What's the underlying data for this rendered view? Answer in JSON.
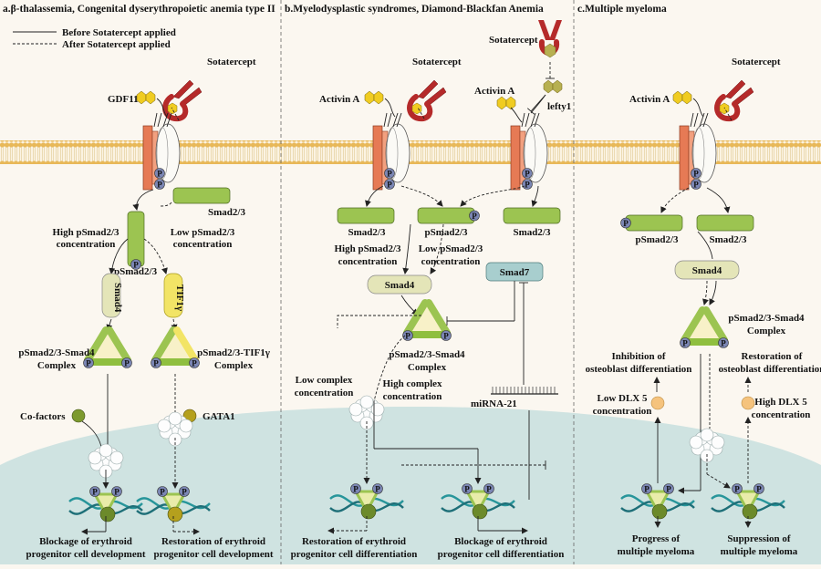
{
  "legend": {
    "before": "Before Sotatercept applied",
    "after": "After Sotatercept applied"
  },
  "panels": [
    {
      "title": "a.β-thalassemia,  Congenital dyserythropoietic anemia type II",
      "labels": {
        "sotatercept": "Sotatercept",
        "ligand": "GDF11",
        "smad": "Smad2/3",
        "p": "P",
        "high_conc_1": "High pSmad2/3",
        "high_conc_2": "concentration",
        "low_conc_1": "Low pSmad2/3",
        "low_conc_2": "concentration",
        "psmad": "pSmad2/3",
        "smad4": "Smad4",
        "tif": "TIF1γ",
        "complex1_1": "pSmad2/3-Smad4",
        "complex1_2": "Complex",
        "complex2_1": "pSmad2/3-TIF1γ",
        "complex2_2": "Complex",
        "cofactors": "Co-factors",
        "gata1": "GATA1",
        "outcome1_1": "Blockage of erythroid",
        "outcome1_2": "progenitor cell development",
        "outcome2_1": "Restoration of erythroid",
        "outcome2_2": "progenitor cell development"
      }
    },
    {
      "title": "b.Myelodysplastic syndromes, Diamond-Blackfan Anemia",
      "labels": {
        "sotatercept_top": "Sotatercept",
        "sotatercept": "Sotatercept",
        "ligand": "Activin A",
        "ligand2": "Activin A",
        "lefty": "lefty1",
        "smad_left": "Smad2/3",
        "psmad": "pSmad2/3",
        "smad_right": "Smad2/3",
        "high_conc_1": "High pSmad2/3",
        "high_conc_2": "concentration",
        "low_conc_1": "Low pSmad2/3",
        "low_conc_2": "concentration",
        "smad7": "Smad7",
        "smad4": "Smad4",
        "complex_1": "pSmad2/3-Smad4",
        "complex_2": "Complex",
        "low_complex_1": "Low complex",
        "low_complex_2": "concentration",
        "high_complex_1": "High complex",
        "high_complex_2": "concentration",
        "mirna": "miRNA-21",
        "outcome1_1": "Restoration of erythroid",
        "outcome1_2": "progenitor cell differentiation",
        "outcome2_1": "Blockage of erythroid",
        "outcome2_2": "progenitor cell differentiation"
      }
    },
    {
      "title": "c.Multiple myeloma",
      "labels": {
        "sotatercept": "Sotatercept",
        "ligand": "Activin A",
        "psmad": "pSmad2/3",
        "smad": "Smad2/3",
        "smad4": "Smad4",
        "complex_1": "pSmad2/3-Smad4",
        "complex_2": "Complex",
        "inhibit_1": "Inhibition of",
        "inhibit_2": "osteoblast differentiation",
        "restore_1": "Restoration of",
        "restore_2": "osteoblast differentiation",
        "low_dlx_1": "Low DLX 5",
        "low_dlx_2": "concentration",
        "high_dlx_1": "High DLX 5",
        "high_dlx_2": "concentration",
        "outcome1_1": "Progress of",
        "outcome1_2": "multiple myeloma",
        "outcome2_1": "Suppression of",
        "outcome2_2": "multiple myeloma"
      }
    }
  ],
  "colors": {
    "background": "#fbf7f0",
    "nucleus": "#cfe3e1",
    "membrane": "#e8b858",
    "receptor": "#e67a55",
    "smad": "#9cc451",
    "smad4": "#e4e5b8",
    "tif": "#f2e466",
    "smad7": "#a8cece",
    "phospho": "#7b86b4",
    "dna": "#27959a",
    "sotatercept": "#b52a2a",
    "ligand": "#f0cc21",
    "lefty": "#b7b051",
    "cofactor": "#7d9a2e",
    "gata1": "#b5a01d",
    "dlx5": "#f5c37d"
  }
}
